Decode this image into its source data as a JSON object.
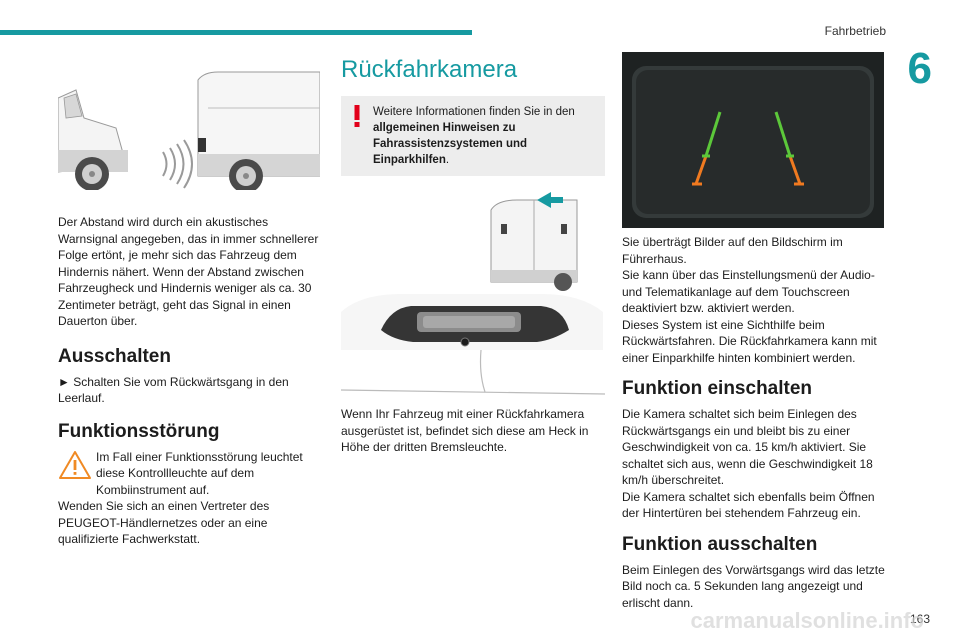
{
  "header": {
    "running_title": "Fahrbetrieb",
    "chapter_number": "6"
  },
  "col1": {
    "intro_text": "Der Abstand wird durch ein akustisches Warnsignal angegeben, das in immer schnellerer Folge ertönt, je mehr sich das Fahrzeug dem Hindernis nähert. Wenn der Abstand zwischen Fahrzeugheck und Hindernis weniger als ca. 30 Zentimeter beträgt, geht das Signal in einen Dauerton über.",
    "ausschalten_heading": "Ausschalten",
    "ausschalten_text": "► Schalten Sie vom Rückwärtsgang in den Leerlauf.",
    "stoerung_heading": "Funktionsstörung",
    "stoerung_text_1": "Im Fall einer Funktionsstörung leuchtet diese Kontrollleuchte auf dem Kombiinstrument auf.",
    "stoerung_text_2": "Wenden Sie sich an einen Vertreter des PEUGEOT-Händlernetzes oder an eine qualifizierte Fachwerkstatt."
  },
  "col2": {
    "section_title": "Rückfahrkamera",
    "note_plain": "Weitere Informationen finden Sie in den ",
    "note_bold": "allgemeinen Hinweisen zu Fahrassistenzsystemen und Einparkhilfen",
    "note_end": ".",
    "location_text": "Wenn Ihr Fahrzeug mit einer Rückfahrkamera ausgerüstet ist, befindet sich diese am Heck in Höhe der dritten Bremsleuchte."
  },
  "col3": {
    "description_text": "Sie überträgt Bilder auf den Bildschirm im Führerhaus.\nSie kann über das Einstellungsmenü der Audio- und Telematikanlage auf dem Touchscreen deaktiviert bzw. aktiviert werden.\nDieses System ist eine Sichthilfe beim Rückwärtsfahren. Die Rückfahrkamera kann mit einer Einparkhilfe hinten kombiniert werden.",
    "einschalten_heading": "Funktion einschalten",
    "einschalten_text": "Die Kamera schaltet sich beim Einlegen des Rückwärtsgangs ein und bleibt bis zu einer Geschwindigkeit von ca. 15 km/h aktiviert. Sie schaltet sich aus, wenn die Geschwindigkeit 18 km/h überschreitet.\nDie Kamera schaltet sich ebenfalls beim Öffnen der Hintertüren bei stehendem Fahrzeug ein.",
    "ausschalten_heading": "Funktion ausschalten",
    "ausschalten_text": "Beim Einlegen des Vorwärtsgangs wird das letzte Bild noch ca. 5 Sekunden lang angezeigt und erlischt dann."
  },
  "footer": {
    "page_number": "163",
    "watermark": "carmanualsonline.info"
  },
  "colors": {
    "accent": "#169aa1",
    "warning_red": "#e2001a",
    "warning_orange": "#f08a24",
    "guide_green": "#5cc83a",
    "guide_orange": "#f07a20",
    "screen_dark": "#1e2222"
  },
  "icons": [
    "warning-triangle-icon",
    "exclamation-icon",
    "arrow-icon"
  ]
}
